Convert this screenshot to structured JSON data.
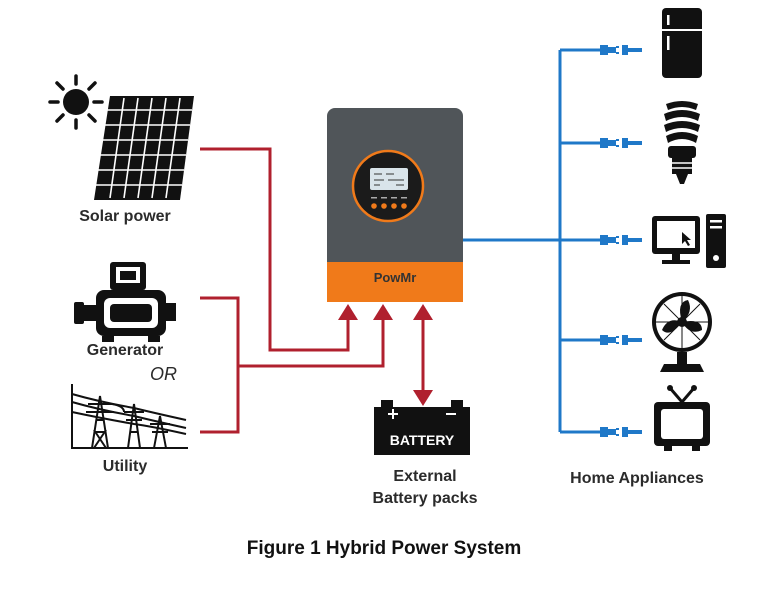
{
  "labels": {
    "solar": "Solar power",
    "generator": "Generator",
    "or": "OR",
    "utility": "Utility",
    "battery": "BATTERY",
    "battery_caption_line1": "External",
    "battery_caption_line2": "Battery packs",
    "appliances": "Home Appliances",
    "inverter_brand": "PowMr"
  },
  "caption": "Figure 1 Hybrid Power System",
  "colors": {
    "ac_input_wire": "#b0202e",
    "ac_output_wire": "#1f78c8",
    "inverter_body": "#505559",
    "inverter_band": "#f07a1a"
  },
  "icons": {
    "solar": "solar-panel-icon",
    "sun": "sun-icon",
    "generator": "generator-icon",
    "utility": "power-tower-icon",
    "inverter": "inverter-icon",
    "battery": "battery-icon",
    "appliances": [
      "refrigerator-icon",
      "light-bulb-icon",
      "computer-icon",
      "fan-icon",
      "tv-icon"
    ]
  }
}
